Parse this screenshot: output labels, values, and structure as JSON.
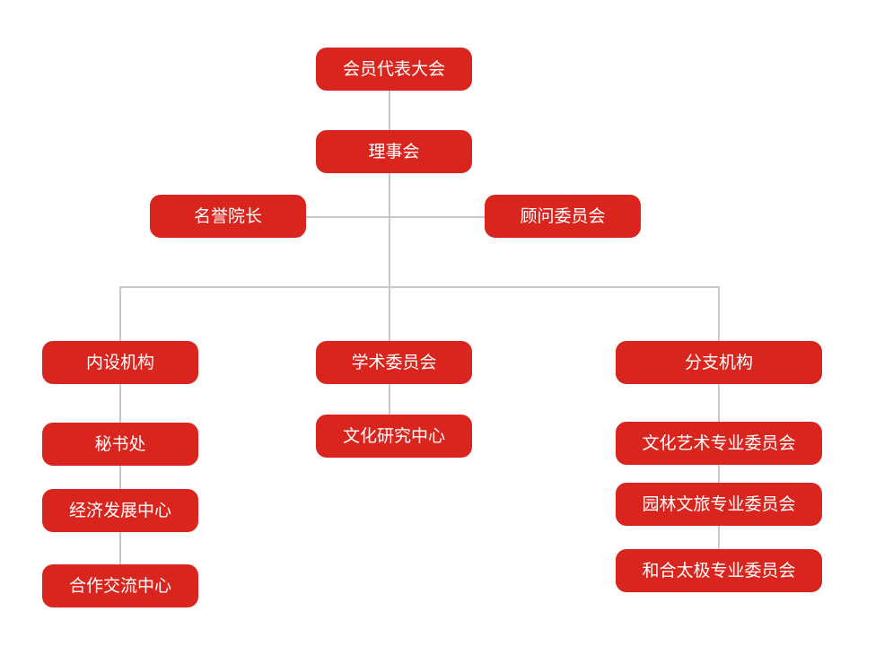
{
  "colors": {
    "node_fill": "#d9251d",
    "node_text": "#ffffff",
    "connector": "#c8c8c8",
    "background": "#ffffff"
  },
  "org": {
    "assembly": "会员代表大会",
    "council": "理事会",
    "honorary_dean": "名誉院长",
    "advisory_committee": "顾问委员会",
    "internal": {
      "label": "内设机构",
      "children": [
        "秘书处",
        "经济发展中心",
        "合作交流中心"
      ]
    },
    "academic": {
      "label": "学术委员会",
      "children": [
        "文化研究中心"
      ]
    },
    "branch": {
      "label": "分支机构",
      "children": [
        "文化艺术专业委员会",
        "园林文旅专业委员会",
        "和合太极专业委员会"
      ]
    }
  }
}
